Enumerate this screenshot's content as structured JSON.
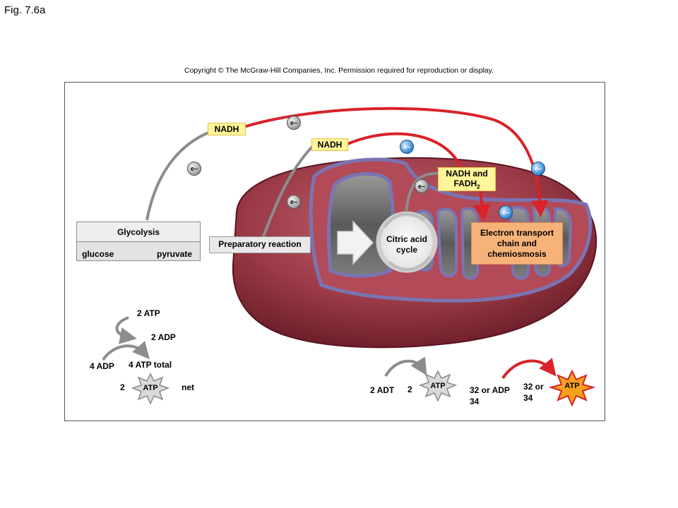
{
  "figure_label": "Fig. 7.6a",
  "copyright": "Copyright © The McGraw-Hill Companies, Inc. Permission required for reproduction or display.",
  "labels": {
    "nadh_1": "NADH",
    "nadh_2": "NADH",
    "nadh_fadh": "NADH and",
    "fadh2": "FADH",
    "fadh2_sub": "2",
    "glycolysis": "Glycolysis",
    "glucose": "glucose",
    "pyruvate": "pyruvate",
    "preparatory": "Preparatory reaction",
    "citric_line1": "Citric acid",
    "citric_line2": "cycle",
    "etc_line1": "Electron transport",
    "etc_line2": "chain and",
    "etc_line3": "chemiosmosis",
    "electron": "e–"
  },
  "atp": {
    "g_2atp": "2 ATP",
    "g_2adp": "2 ADP",
    "g_4adp": "4 ADP",
    "g_4atp_total": "4 ATP total",
    "g_2": "2",
    "g_atp": "ATP",
    "g_net": "net",
    "c_2adt": "2 ADT",
    "c_2": "2",
    "c_atp": "ATP",
    "c_32_adp": "32 or ADP",
    "c_34": "34",
    "e_32_or": "32 or",
    "e_34": "34",
    "e_atp": "ATP"
  },
  "colors": {
    "mitochondrion_outer": "#8e2f3a",
    "inner_membrane": "#7a74b3",
    "matrix": "#b0505c",
    "nadh_box": "#fff59a",
    "etc_box": "#f7b27a",
    "red_arrow": "#d8232a",
    "gray_arrow": "#8c8c8c",
    "electron_blue": "#3f8fd6"
  }
}
